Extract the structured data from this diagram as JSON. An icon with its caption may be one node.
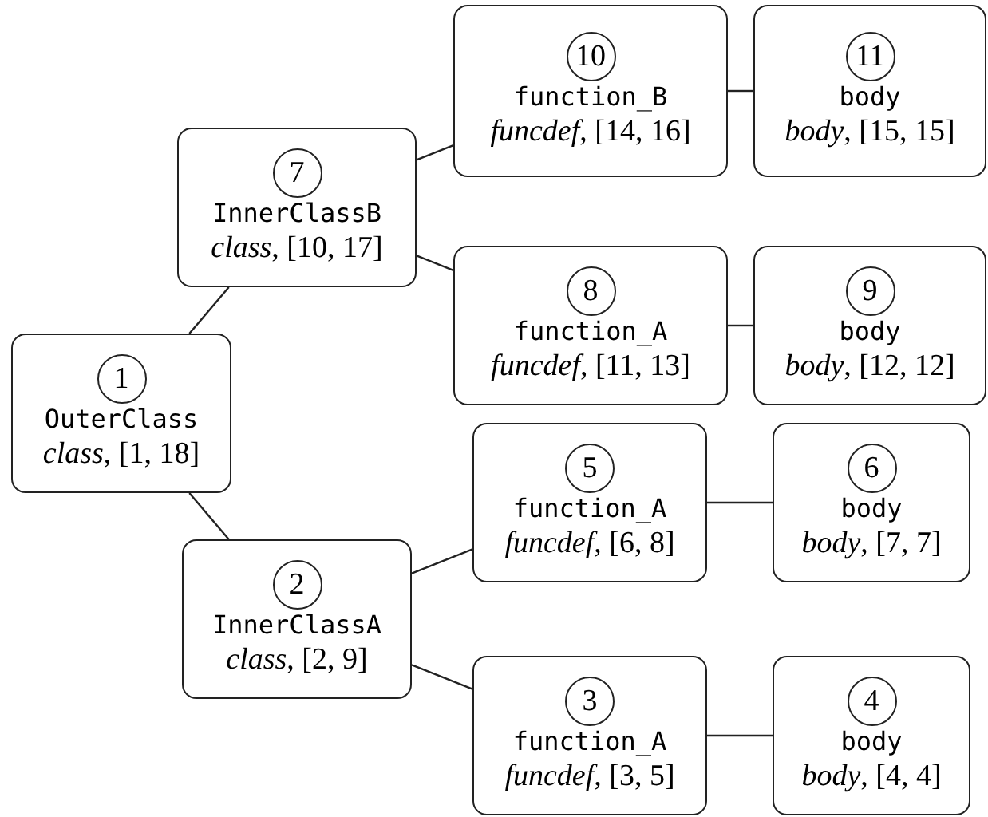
{
  "diagram": {
    "nodes": [
      {
        "text": [
          "1",
          "OuterClass",
          "*class*, [1, 18]"
        ]
      },
      {
        "text": [
          "2",
          "InnerClassA",
          "*class*, [2, 9]"
        ]
      },
      {
        "text": [
          "3",
          "function_A",
          "*funcdef*, [3, 5]"
        ]
      },
      {
        "text": [
          "4",
          "body",
          "*body*, [4, 4]"
        ]
      },
      {
        "text": [
          "5",
          "function_A",
          "*funcdef*, [6, 8]"
        ]
      },
      {
        "text": [
          "6",
          "body",
          "*body*, [7, 7]"
        ]
      },
      {
        "text": [
          "7",
          "InnerClassB",
          "*class*, [10, 17]"
        ]
      },
      {
        "text": [
          "8",
          "function_A",
          "*funcdef*, [11, 13]"
        ]
      },
      {
        "text": [
          "9",
          "body",
          "*body*, [12, 12]"
        ]
      },
      {
        "text": [
          "10",
          "function_B",
          "*funcdef*, [14, 16]"
        ]
      },
      {
        "text": [
          "11",
          "body",
          "*body*, [15, 15]"
        ]
      }
    ],
    "edges": [
      {
        "from": 0,
        "to": 6,
        "arrow": "none"
      },
      {
        "from": 0,
        "to": 1,
        "arrow": "none"
      },
      {
        "from": 6,
        "to": 9,
        "arrow": "none"
      },
      {
        "from": 6,
        "to": 7,
        "arrow": "none"
      },
      {
        "from": 9,
        "to": 10,
        "arrow": "none"
      },
      {
        "from": 7,
        "to": 8,
        "arrow": "none"
      },
      {
        "from": 1,
        "to": 4,
        "arrow": "none"
      },
      {
        "from": 1,
        "to": 2,
        "arrow": "none"
      },
      {
        "from": 4,
        "to": 5,
        "arrow": "none"
      },
      {
        "from": 2,
        "to": 3,
        "arrow": "none"
      }
    ]
  }
}
